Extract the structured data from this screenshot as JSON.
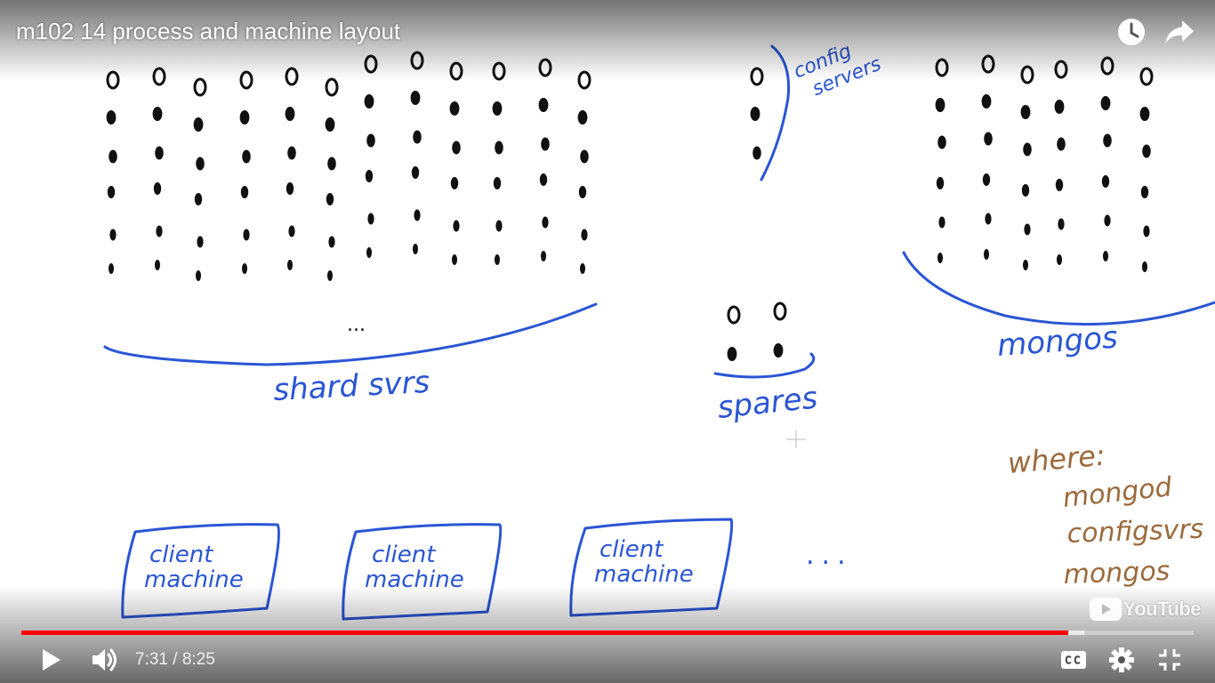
{
  "video": {
    "title": "m102 14 process and machine layout",
    "current_time": "7:31",
    "separator": "/",
    "duration": "8:25",
    "progress_fraction": 0.893,
    "buffered_fraction": 0.907
  },
  "whiteboard": {
    "shard_label": "shard svrs",
    "config_label": "config servers",
    "mongos_label": "mongos",
    "spares_label": "spares",
    "ellipsis": "...",
    "client_ellipsis": "...",
    "client_label": "client machine",
    "clients": [
      {
        "label": "client machine"
      },
      {
        "label": "client machine"
      },
      {
        "label": "client machine"
      }
    ],
    "where_heading": "where:",
    "where_items": [
      "mongod",
      "configsvrs",
      "mongos"
    ]
  },
  "watermark": {
    "text": "YouTube"
  },
  "colors": {
    "accent_red": "#ff0000",
    "ink_blue": "#2a55d4",
    "ink_brown": "#9b6a3c",
    "ink_black": "#111111"
  },
  "icons": {
    "watch_later": "clock-icon",
    "share": "share-arrow-icon",
    "play": "play-icon",
    "volume": "volume-icon",
    "captions": "cc-icon",
    "settings": "gear-icon",
    "exit_fullscreen": "exit-fullscreen-icon"
  }
}
